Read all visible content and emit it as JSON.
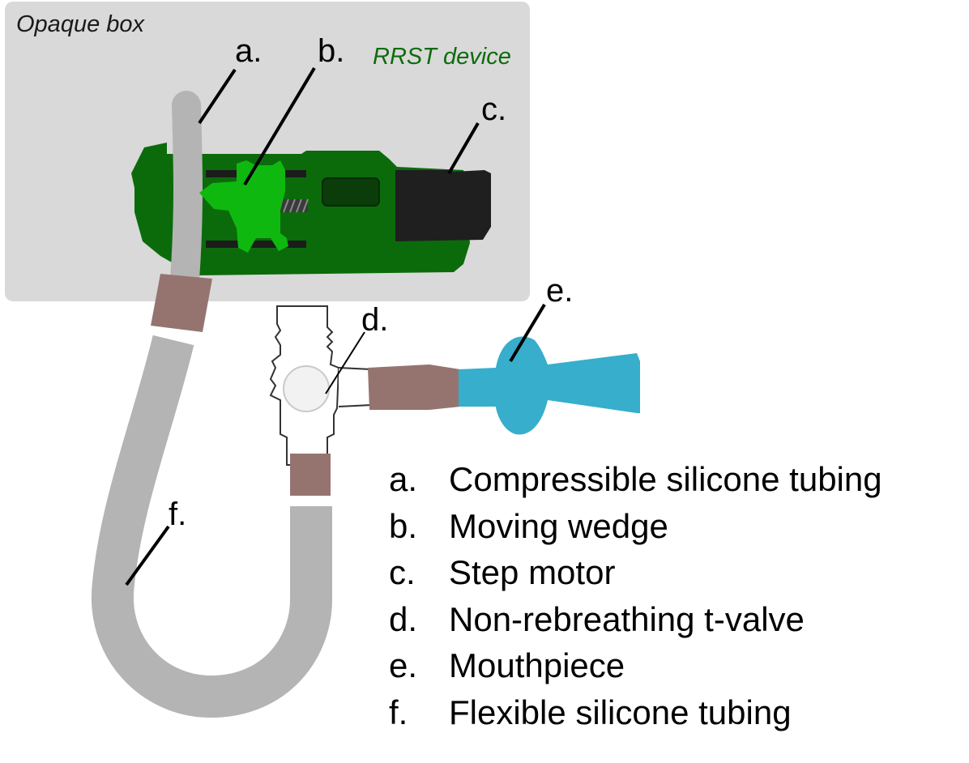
{
  "box_label": "Opaque box",
  "device_label": "RRST device",
  "callouts": {
    "a": "a.",
    "b": "b.",
    "c": "c.",
    "d": "d.",
    "e": "e.",
    "f": "f."
  },
  "legend": [
    {
      "letter": "a.",
      "text": "Compressible silicone tubing"
    },
    {
      "letter": "b.",
      "text": "Moving wedge"
    },
    {
      "letter": "c.",
      "text": "Step motor"
    },
    {
      "letter": "d.",
      "text": "Non-rebreathing t-valve"
    },
    {
      "letter": "e.",
      "text": "Mouthpiece"
    },
    {
      "letter": "f.",
      "text": "Flexible silicone tubing"
    }
  ],
  "colors": {
    "box": "#d9d9d9",
    "device_body": "#0b6b0b",
    "wedge": "#0fb80f",
    "motor": "#1f1f1f",
    "tubing": "#b4b4b4",
    "connector": "#957470",
    "mouthpiece": "#37aecb",
    "valve_outline": "#333333"
  }
}
